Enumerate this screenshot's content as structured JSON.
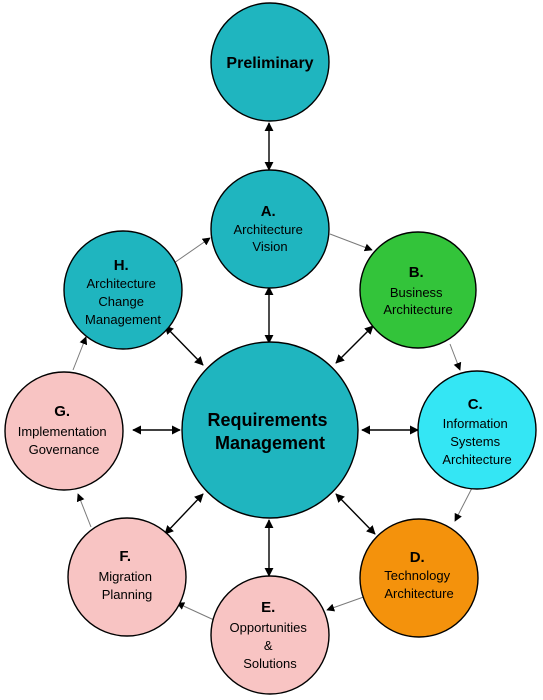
{
  "colors": {
    "teal": "#1fb5bf",
    "green": "#33c43a",
    "cyan": "#34e6f4",
    "orange": "#f4920c",
    "pink": "#f8c4c3",
    "outline": "#000000"
  },
  "nodes": {
    "preliminary": {
      "lines": [
        "Preliminary"
      ],
      "color": "#1fb5bf"
    },
    "a": {
      "letter": "A.",
      "lines": [
        "Architecture",
        "Vision"
      ],
      "color": "#1fb5bf"
    },
    "b": {
      "letter": "B.",
      "lines": [
        "Business",
        "Architecture"
      ],
      "color": "#33c43a"
    },
    "c": {
      "letter": "C.",
      "lines": [
        "Information",
        "Systems",
        "Architecture"
      ],
      "color": "#34e6f4"
    },
    "d": {
      "letter": "D.",
      "lines": [
        "Technology",
        "Architecture"
      ],
      "color": "#f4920c"
    },
    "e": {
      "letter": "E.",
      "lines": [
        "Opportunities",
        "&",
        "Solutions"
      ],
      "color": "#f8c4c3"
    },
    "f": {
      "letter": "F.",
      "lines": [
        "Migration",
        "Planning"
      ],
      "color": "#f8c4c3"
    },
    "g": {
      "letter": "G.",
      "lines": [
        "Implementation",
        "Governance"
      ],
      "color": "#f8c4c3"
    },
    "h": {
      "letter": "H.",
      "lines": [
        "Architecture",
        "Change",
        "Management"
      ],
      "color": "#1fb5bf"
    },
    "requirements": {
      "lines": [
        "Requirements",
        "Management"
      ],
      "color": "#1fb5bf"
    }
  }
}
